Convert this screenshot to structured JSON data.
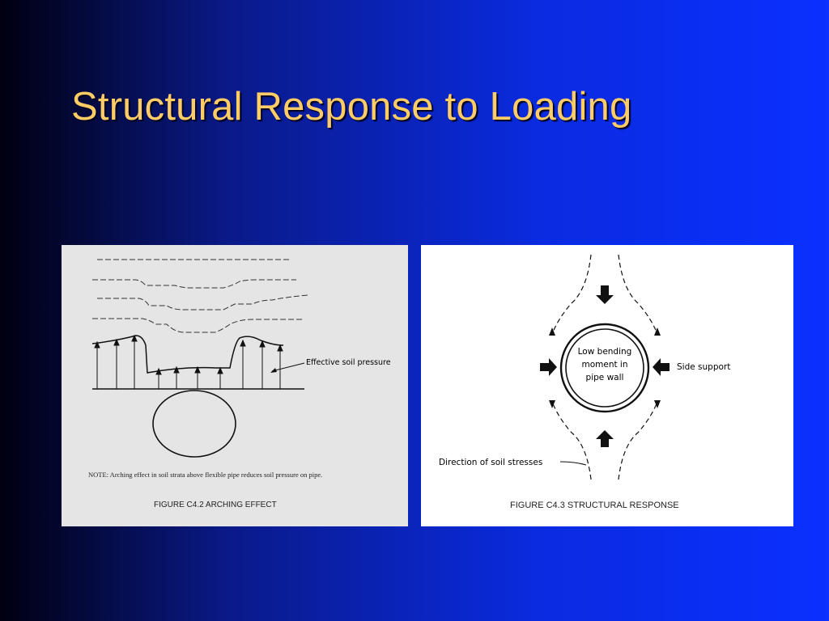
{
  "slide": {
    "title": "Structural Response to Loading"
  },
  "figure_left": {
    "label_pressure": "Effective soil pressure",
    "note": "NOTE: Arching effect in soil strata above flexible pipe reduces soil pressure on pipe.",
    "caption": "FIGURE   C4.2   ARCHING EFFECT"
  },
  "figure_right": {
    "pipe_text_line1": "Low bending",
    "pipe_text_line2": "moment in",
    "pipe_text_line3": "pipe wall",
    "label_side_support": "Side support",
    "label_direction": "Direction of soil stresses",
    "caption": "FIGURE  C4.3   STRUCTURAL RESPONSE"
  },
  "colors": {
    "title": "#ffcc66",
    "left_panel_bg": "#e5e5e5",
    "right_panel_bg": "#ffffff"
  }
}
